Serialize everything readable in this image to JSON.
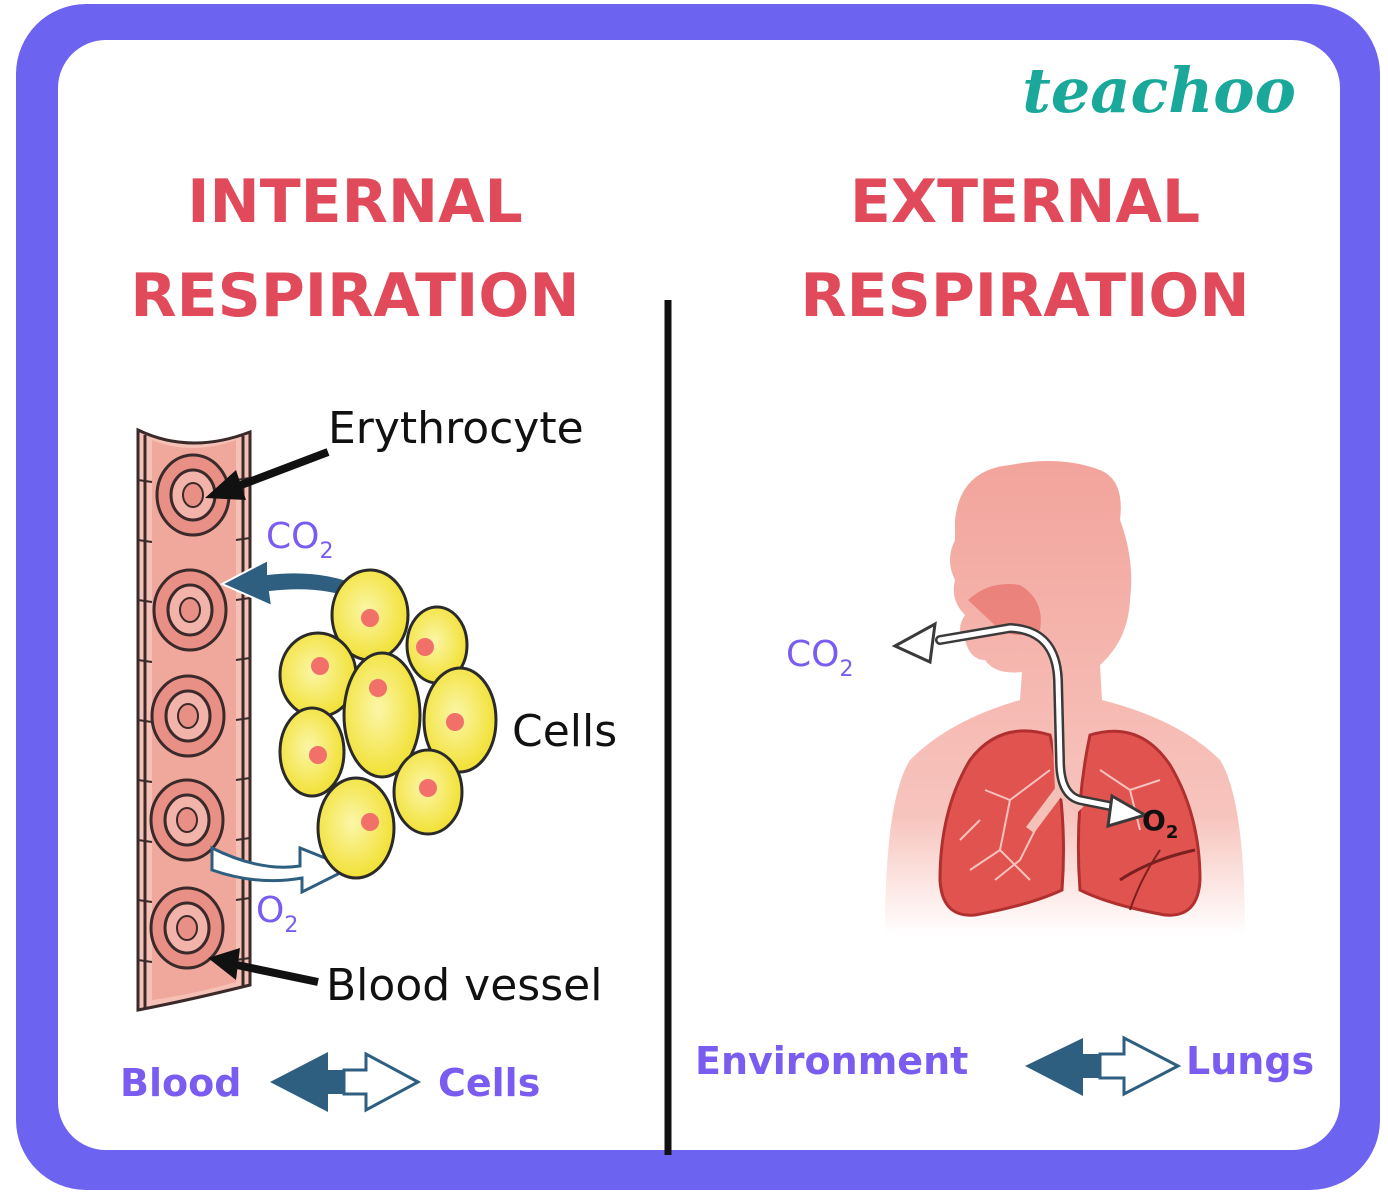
{
  "brand": {
    "logo": "teachoo"
  },
  "colors": {
    "frame": "#6c63f0",
    "title": "#e04a5a",
    "blue_label": "#7a5cf0",
    "arrow_dark": "#2f5f80",
    "vessel": "#f2b4aa",
    "cell": "#f5e84a",
    "body": "#f7b8b0",
    "lung": "#e0534f"
  },
  "internal": {
    "title_line1": "INTERNAL",
    "title_line2": "RESPIRATION",
    "label_erythrocyte": "Erythrocyte",
    "label_cells": "Cells",
    "label_blood_vessel": "Blood vessel",
    "gas_co2": "CO",
    "gas_o2": "O",
    "subscript": "2",
    "footer_left": "Blood",
    "footer_right": "Cells"
  },
  "external": {
    "title_line1": "EXTERNAL",
    "title_line2": "RESPIRATION",
    "gas_co2": "CO",
    "gas_o2": "O",
    "subscript": "2",
    "footer_left": "Environment",
    "footer_right": "Lungs"
  }
}
